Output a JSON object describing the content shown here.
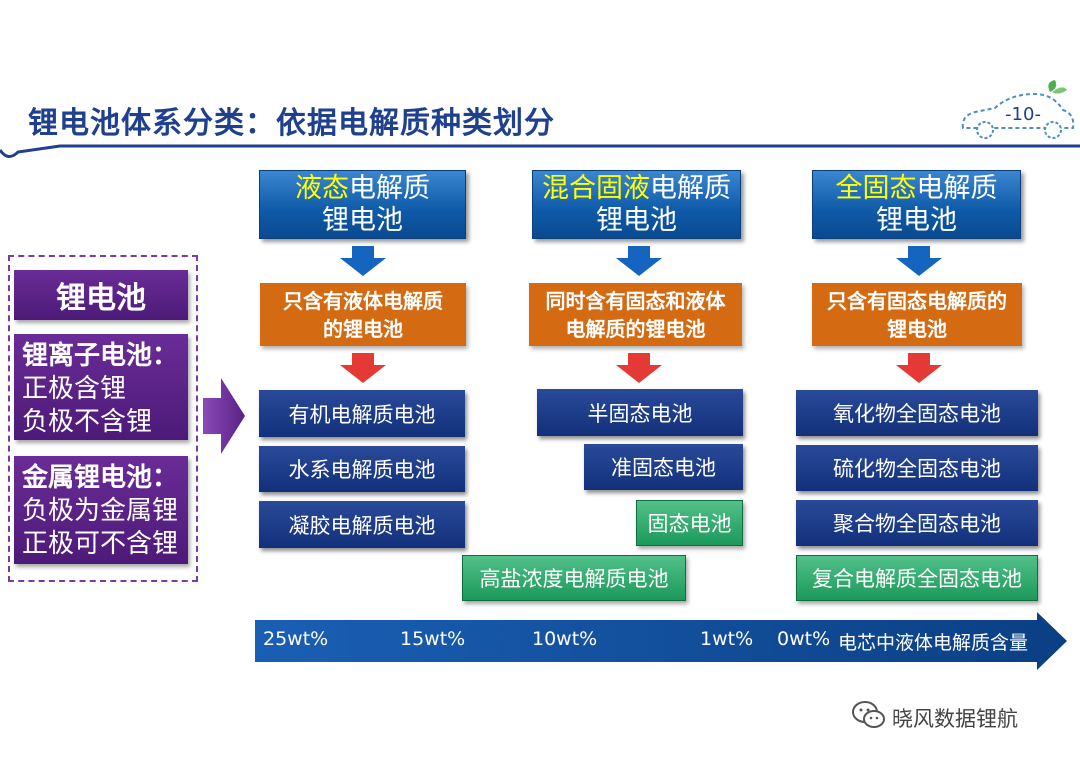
{
  "title": "锂电池体系分类：依据电解质种类划分",
  "page_number": "-10-",
  "left_panel": {
    "title": "锂电池",
    "li_ion": {
      "heading": "锂离子电池：",
      "line1": "正极含锂",
      "line2": "负极不含锂"
    },
    "li_metal": {
      "heading": "金属锂电池：",
      "line1": "负极为金属锂",
      "line2": "正极可不含锂"
    }
  },
  "columns": [
    {
      "header_highlight": "液态",
      "header_rest": "电解质",
      "header_line2": "锂电池",
      "description": "只含有液体电解质的锂电池"
    },
    {
      "header_highlight": "混合固液",
      "header_rest": "电解质",
      "header_line2": "锂电池",
      "description": "同时含有固态和液体电解质的锂电池"
    },
    {
      "header_highlight": "全固态",
      "header_rest": "电解质",
      "header_line2": "锂电池",
      "description": "只含有固态电解质的锂电池"
    }
  ],
  "batteries": {
    "liquid": [
      "有机电解质电池",
      "水系电解质电池",
      "凝胶电解质电池"
    ],
    "semi_solid": "半固态电池",
    "quasi_solid": "准固态电池",
    "solid": "固态电池",
    "high_salt": "高盐浓度电解质电池",
    "all_solid": [
      "氧化物全固态电池",
      "硫化物全固态电池",
      "聚合物全固态电池"
    ],
    "composite": "复合电解质全固态电池"
  },
  "axis": {
    "ticks": [
      "25wt%",
      "15wt%",
      "10wt%",
      "1wt%",
      "0wt%"
    ],
    "label": "电芯中液体电解质含量"
  },
  "source_watermark": "晓风数据锂航",
  "colors": {
    "title": "#1f3f8f",
    "header_blue": "#0e5aa8",
    "highlight_yellow": "#ffff00",
    "orange": "#d46a12",
    "navy": "#1a3a8a",
    "green": "#1b9a5a",
    "purple": "#5a2185"
  }
}
